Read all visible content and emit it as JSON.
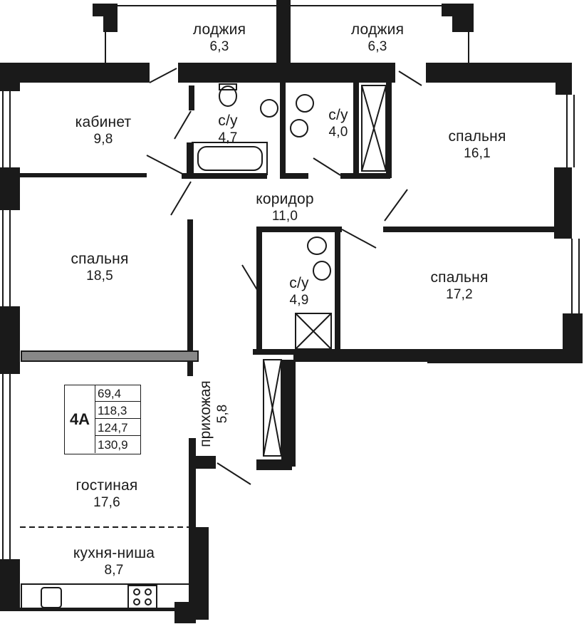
{
  "apartment": {
    "code": "4А",
    "areas": [
      "69,4",
      "118,3",
      "124,7",
      "130,9"
    ]
  },
  "rooms": {
    "loggia_left": {
      "name": "лоджия",
      "area": "6,3"
    },
    "loggia_right": {
      "name": "лоджия",
      "area": "6,3"
    },
    "study": {
      "name": "кабинет",
      "area": "9,8"
    },
    "bath1": {
      "name": "с/у",
      "area": "4,7"
    },
    "bath2": {
      "name": "с/у",
      "area": "4,0"
    },
    "bedroom_ne": {
      "name": "спальня",
      "area": "16,1"
    },
    "corridor": {
      "name": "коридор",
      "area": "11,0"
    },
    "bedroom_w": {
      "name": "спальня",
      "area": "18,5"
    },
    "bath3": {
      "name": "с/у",
      "area": "4,9"
    },
    "bedroom_e": {
      "name": "спальня",
      "area": "17,2"
    },
    "hallway": {
      "name": "прихожая",
      "area": "5,8"
    },
    "living": {
      "name": "гостиная",
      "area": "17,6"
    },
    "kitchen": {
      "name": "кухня-ниша",
      "area": "8,7"
    }
  }
}
